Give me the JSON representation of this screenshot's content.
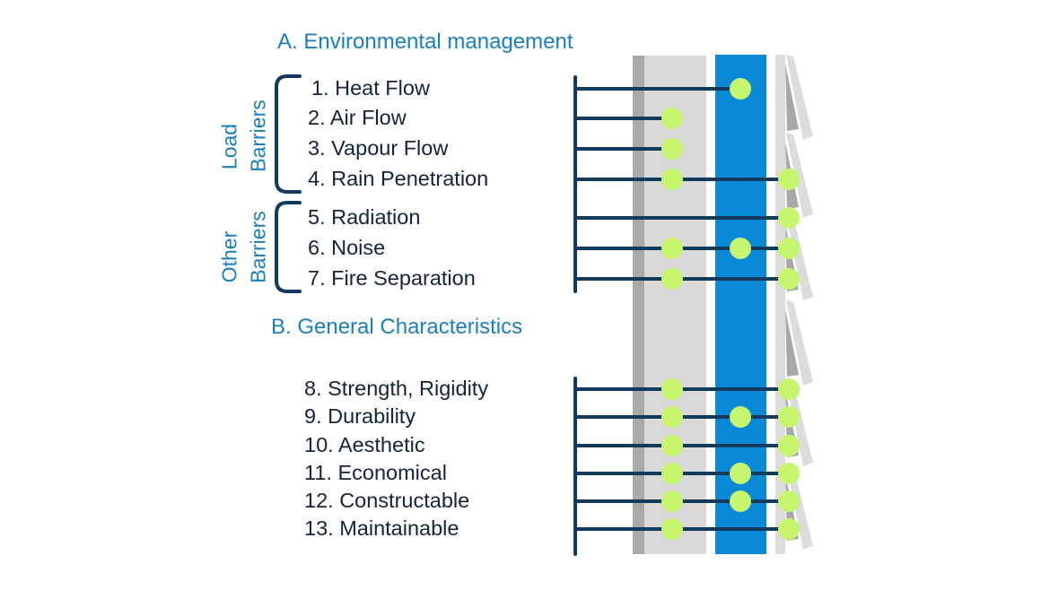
{
  "section_a": {
    "title": "A. Environmental management",
    "groups": [
      {
        "label_line1": "Load",
        "label_line2": "Barriers"
      },
      {
        "label_line1": "Other",
        "label_line2": "Barriers"
      }
    ]
  },
  "section_b": {
    "title": "B. General Characteristics"
  },
  "items": [
    {
      "label": "1. Heat Flow"
    },
    {
      "label": "2. Air Flow"
    },
    {
      "label": "3. Vapour Flow"
    },
    {
      "label": "4. Rain Penetration"
    },
    {
      "label": "5. Radiation"
    },
    {
      "label": "6. Noise"
    },
    {
      "label": "7. Fire Separation"
    },
    {
      "label": "8. Strength, Rigidity"
    },
    {
      "label": "9. Durability"
    },
    {
      "label": "10. Aesthetic"
    },
    {
      "label": "11. Economical"
    },
    {
      "label": "12. Constructable"
    },
    {
      "label": "13. Maintainable"
    }
  ],
  "wall_layers": [
    "structure-inner-face",
    "structure-core",
    "insulation",
    "sheathing",
    "cladding"
  ],
  "layer_roles": {
    "columns": [
      "structure",
      "insulation",
      "cladding"
    ],
    "rows": [
      {
        "item": "1. Heat Flow",
        "structure": false,
        "insulation": true,
        "cladding": false
      },
      {
        "item": "2. Air Flow",
        "structure": true,
        "insulation": false,
        "cladding": false
      },
      {
        "item": "3. Vapour Flow",
        "structure": true,
        "insulation": false,
        "cladding": false
      },
      {
        "item": "4. Rain Penetration",
        "structure": true,
        "insulation": false,
        "cladding": true
      },
      {
        "item": "5. Radiation",
        "structure": false,
        "insulation": false,
        "cladding": true
      },
      {
        "item": "6. Noise",
        "structure": true,
        "insulation": true,
        "cladding": true
      },
      {
        "item": "7. Fire Separation",
        "structure": true,
        "insulation": false,
        "cladding": true
      },
      {
        "item": "8. Strength, Rigidity",
        "structure": true,
        "insulation": false,
        "cladding": true
      },
      {
        "item": "9. Durability",
        "structure": true,
        "insulation": true,
        "cladding": true
      },
      {
        "item": "10. Aesthetic",
        "structure": true,
        "insulation": false,
        "cladding": true
      },
      {
        "item": "11. Economical",
        "structure": true,
        "insulation": true,
        "cladding": true
      },
      {
        "item": "12. Constructable",
        "structure": true,
        "insulation": true,
        "cladding": true
      },
      {
        "item": "13. Maintainable",
        "structure": true,
        "insulation": false,
        "cladding": true
      }
    ]
  },
  "colors": {
    "heading": "#1a7fc0",
    "text": "#14243a",
    "line": "#123a5c",
    "dot": "#c8f56e",
    "insulation": "#0a8ad6",
    "structure": "#d9d9d9",
    "structure_edge": "#a9a9a9",
    "cladding": "#dcdcdc",
    "cladding_shadow": "#a8a8a8"
  }
}
